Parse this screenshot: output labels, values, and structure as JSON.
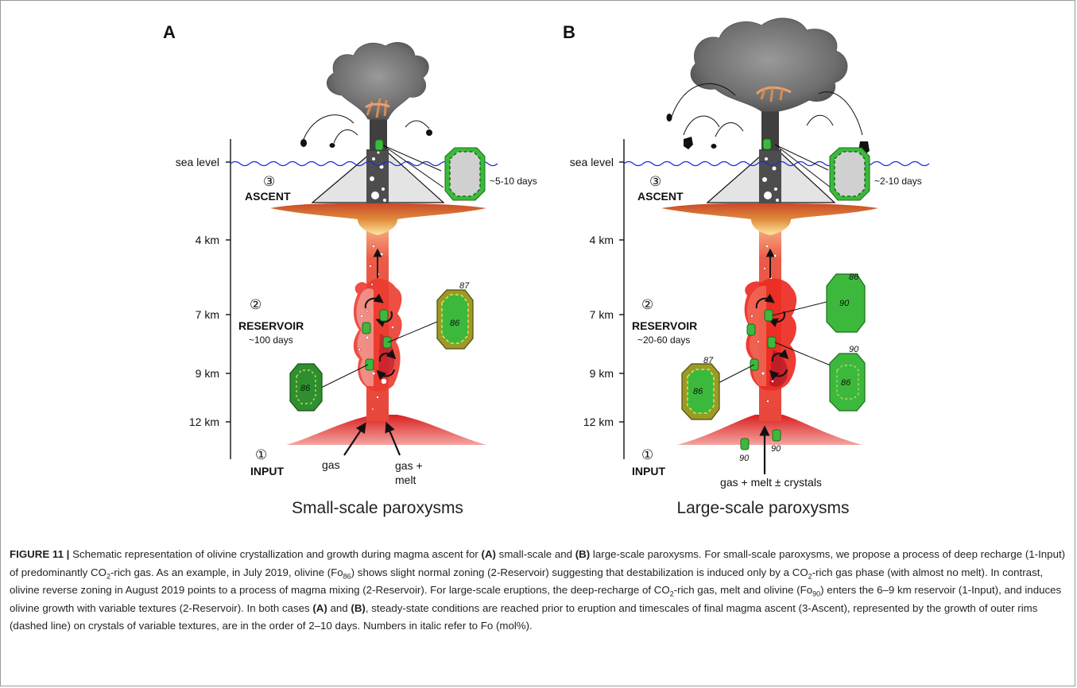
{
  "figure": {
    "panels": [
      {
        "letter": "A",
        "sea_level": "sea level",
        "depths": [
          "4 km",
          "7 km",
          "9 km",
          "12 km"
        ],
        "stage_numbers": [
          "③",
          "②",
          "①"
        ],
        "ascent_label": "ASCENT",
        "ascent_time": "~5-10 days",
        "reservoir_label": "RESERVOIR",
        "reservoir_time": "~100 days",
        "input_label": "INPUT",
        "input_gas": "gas",
        "input_gas_melt_1": "gas +",
        "input_gas_melt_2": "melt",
        "crystal_fo": [
          "87",
          "86",
          "86"
        ],
        "title": "Small-scale paroxysms"
      },
      {
        "letter": "B",
        "sea_level": "sea level",
        "depths": [
          "4 km",
          "7 km",
          "9 km",
          "12 km"
        ],
        "stage_numbers": [
          "③",
          "②",
          "①"
        ],
        "ascent_label": "ASCENT",
        "ascent_time": "~2-10 days",
        "reservoir_label": "RESERVOIR",
        "reservoir_time": "~20-60 days",
        "input_label": "INPUT",
        "input_text": "gas + melt ± crystals",
        "crystal_fo": [
          "86",
          "90",
          "87",
          "86",
          "90",
          "86",
          "90",
          "90"
        ],
        "title": "Large-scale paroxysms"
      }
    ],
    "colors": {
      "sea": "#1a2bd8",
      "magma": "#e8473a",
      "olivine_green": "#3cb93c",
      "olivine_olive": "#9b9a25",
      "ash": "#7a7a7a",
      "cone": "#e4e4e4"
    }
  },
  "caption": {
    "label": "FIGURE 11 |",
    "t1": " Schematic representation of olivine crystallization and growth during magma ascent for ",
    "a1": "(A)",
    "t2": " small-scale and ",
    "b1": "(B)",
    "t3": " large-scale paroxysms. For small-scale paroxysms, we propose a process of deep recharge (1-Input) of predominantly CO",
    "sub1": "2",
    "t4": "-rich gas. As an example, in July 2019, olivine (Fo",
    "sub2": "86",
    "t5": ") shows slight normal zoning (2-Reservoir) suggesting that destabilization is induced only by a CO",
    "sub3": "2",
    "t6": "-rich gas phase (with almost no melt). In contrast, olivine reverse zoning in August 2019 points to a process of magma mixing (2-Reservoir). For large-scale eruptions, the deep-recharge of CO",
    "sub4": "2",
    "t7": "-rich gas, melt and olivine (Fo",
    "sub5": "90",
    "t8": ") enters the 6–9 km reservoir (1-Input), and induces olivine growth with variable textures (2-Reservoir). In both cases ",
    "a2": "(A)",
    "t9": " and ",
    "b2": "(B)",
    "t10": ", steady-state conditions are reached prior to eruption and timescales of final magma ascent (3-Ascent), represented by the growth of outer rims (dashed line) on crystals of variable textures, are in the order of 2–10 days. Numbers in italic refer to Fo (mol%)."
  }
}
